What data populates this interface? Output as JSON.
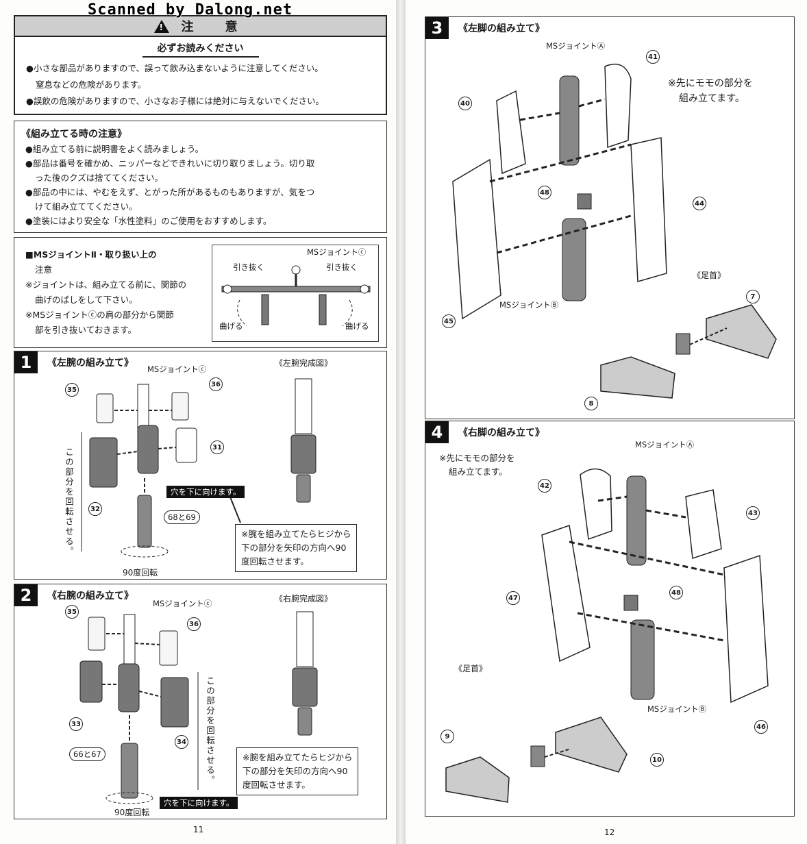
{
  "scan_credit": "Scanned by Dalong.net",
  "caution": {
    "title": "注　意",
    "subtitle": "必ずお読みください",
    "lines": [
      "●小さな部品がありますので、誤って飲み込まないように注意してください。",
      "窒息などの危険があります。",
      "●誤飲の危険がありますので、小さなお子様には絶対に与えないでください。"
    ]
  },
  "notes": {
    "title": "《組み立てる時の注意》",
    "lines": [
      "●組み立てる前に説明書をよく読みましょう。",
      "●部品は番号を確かめ、ニッパーなどできれいに切り取りましょう。切り取",
      "った後のクズは捨ててください。",
      "●部品の中には、やむをえず、とがった所があるものもありますが、気をつ",
      "けて組み立ててください。",
      "●塗装にはより安全な「水性塗料」のご使用をおすすめします。"
    ]
  },
  "joint": {
    "heading": "■MSジョイントⅡ・取り扱い上の",
    "heading2": "注意",
    "line1": "※ジョイントは、組み立てる前に、関節の",
    "line2": "曲げのばしをして下さい。",
    "line3": "※MSジョイントⓒの肩の部分から関節",
    "line4": "部を引き抜いておきます。",
    "diagram": {
      "joint_c": "MSジョイントⓒ",
      "pull_left": "引き抜く",
      "pull_right": "引き抜く",
      "bend_left": "曲げる",
      "bend_right": "曲げる"
    }
  },
  "step1": {
    "num": "1",
    "title": "《左腕の組み立て》",
    "complete": "《左腕完成図》",
    "joint_c": "MSジョイントⓒ",
    "rotate_note": "この部分を回転させる。",
    "hole_down": "穴を下に向けます。",
    "rotate90": "90度回転",
    "parts": [
      "35",
      "36",
      "31",
      "32",
      "68と69"
    ],
    "bubble1": "※腕を組み立てたらヒジから",
    "bubble2": "下の部分を矢印の方向へ90",
    "bubble3": "度回転させます。"
  },
  "step2": {
    "num": "2",
    "title": "《右腕の組み立て》",
    "complete": "《右腕完成図》",
    "joint_c": "MSジョイントⓒ",
    "rotate_note": "この部分を回転させる。",
    "hole_down": "穴を下に向けます。",
    "rotate90": "90度回転",
    "parts": [
      "35",
      "36",
      "33",
      "34",
      "66と67"
    ],
    "bubble1": "※腕を組み立てたらヒジから",
    "bubble2": "下の部分を矢印の方向へ90",
    "bubble3": "度回転させます。"
  },
  "step3": {
    "num": "3",
    "title": "《左脚の組み立て》",
    "joint_a": "MSジョイントⒶ",
    "joint_b": "MSジョイントⒷ",
    "thigh_note1": "※先にモモの部分を",
    "thigh_note2": "組み立てます。",
    "ankle": "《足首》",
    "parts": [
      "40",
      "41",
      "48",
      "44",
      "45",
      "7",
      "8"
    ]
  },
  "step4": {
    "num": "4",
    "title": "《右脚の組み立て》",
    "joint_a": "MSジョイントⒶ",
    "joint_b": "MSジョイントⒷ",
    "thigh_note1": "※先にモモの部分を",
    "thigh_note2": "組み立てます。",
    "ankle": "《足首》",
    "parts": [
      "42",
      "43",
      "47",
      "48",
      "46",
      "9",
      "10"
    ]
  },
  "page_left": "11",
  "page_right": "12"
}
